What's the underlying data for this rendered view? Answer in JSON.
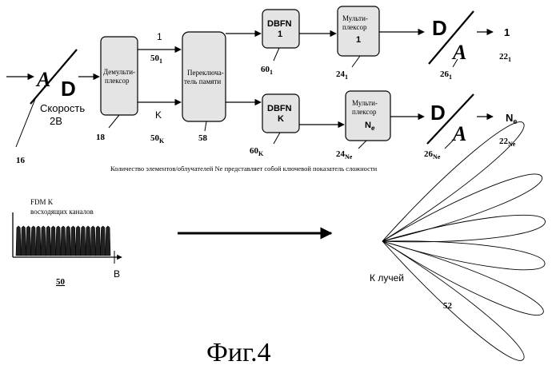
{
  "converters": {
    "ad_left": "А",
    "ad_right": "D",
    "da_left": "D",
    "da_right": "А"
  },
  "input": {
    "speed_label": "Скорость",
    "speed_value": "2В",
    "ref": "16"
  },
  "demux": {
    "label_line1": "Демульти-",
    "label_line2": "плексор",
    "ref": "18",
    "out_top": "1",
    "out_top_ref": "50",
    "out_top_ref_sub": "1",
    "out_bottom": "K",
    "out_bottom_ref": "50",
    "out_bottom_ref_sub": "K"
  },
  "switch": {
    "label_line1": "Переключа-",
    "label_line2": "тель памяти",
    "ref": "58"
  },
  "dbfn_top": {
    "label": "DBFN",
    "index": "1",
    "ref": "60",
    "ref_sub": "1"
  },
  "dbfn_bottom": {
    "label": "DBFN",
    "index": "K",
    "ref": "60",
    "ref_sub": "K"
  },
  "mux_top": {
    "label_line1": "Мульти-",
    "label_line2": "плексор",
    "index": "1",
    "ref": "24",
    "ref_sub": "1"
  },
  "mux_bottom": {
    "label_line1": "Мульти-",
    "label_line2": "плексор",
    "index": "N",
    "index_sub": "e",
    "ref": "24",
    "ref_sub": "Ne"
  },
  "da_top": {
    "ref": "26",
    "ref_sub": "1"
  },
  "da_bottom": {
    "ref": "26",
    "ref_sub": "Ne"
  },
  "outputs": {
    "top": "1",
    "top_ref": "22",
    "top_ref_sub": "1",
    "bottom": "N",
    "bottom_sub": "e",
    "bottom_ref": "22",
    "bottom_ref_sub": "Ne"
  },
  "caption": "Количество элементов/облучателей Ne представляет собой ключевой показатель сложности",
  "spectrum": {
    "title_line1": "FDM K",
    "title_line2": "восходящих каналов",
    "axis_label": "B",
    "ref": "50",
    "channel_count": 19
  },
  "beams": {
    "label": "К лучей",
    "ref": "52",
    "count": 6
  },
  "figure_title": "Фиг.4"
}
